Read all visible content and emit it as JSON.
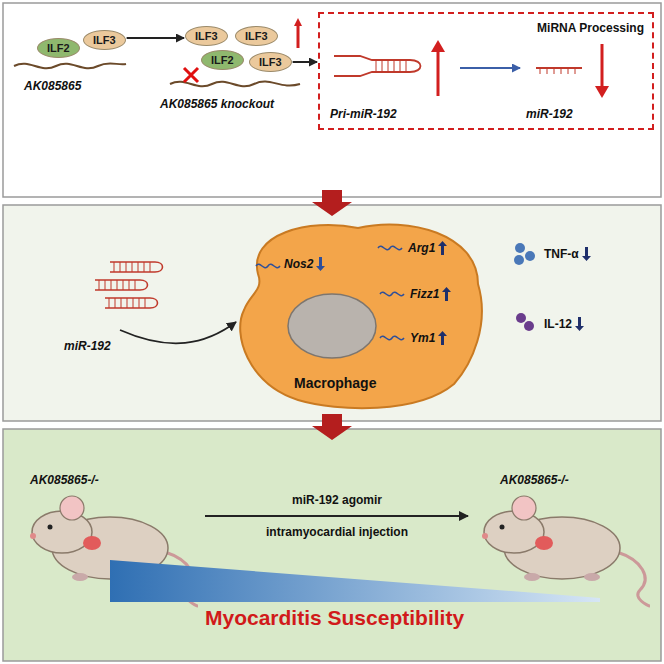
{
  "diagram": {
    "nodes": [
      {
        "text": [
          "ILF2"
        ]
      },
      {
        "text": [
          "ILF3"
        ]
      },
      {
        "text": [
          "ILF3"
        ]
      },
      {
        "text": [
          "ILF3"
        ]
      },
      {
        "text": [
          "ILF2"
        ]
      },
      {
        "text": [
          "ILF3"
        ]
      },
      {
        "text": [
          "MiRNA Processing",
          "Pri-miR-192",
          "miR-192"
        ]
      },
      {
        "text": [
          "Nos2",
          "Arg1",
          "Fizz1",
          "Ym1",
          "Macrophage"
        ]
      }
    ],
    "edges": [
      {
        "from": 1,
        "to": 2,
        "arrow": "to"
      },
      {
        "from": 5,
        "to": 6,
        "arrow": "to"
      }
    ],
    "labels": [
      "AK085865",
      "AK085865 knockout",
      "miR-192",
      "TNF-α",
      "IL-12",
      "AK085865-/-",
      "miR-192 agomir",
      "intramyocardial injection",
      "AK085865-/-",
      "Myocarditis Susceptibility"
    ]
  }
}
